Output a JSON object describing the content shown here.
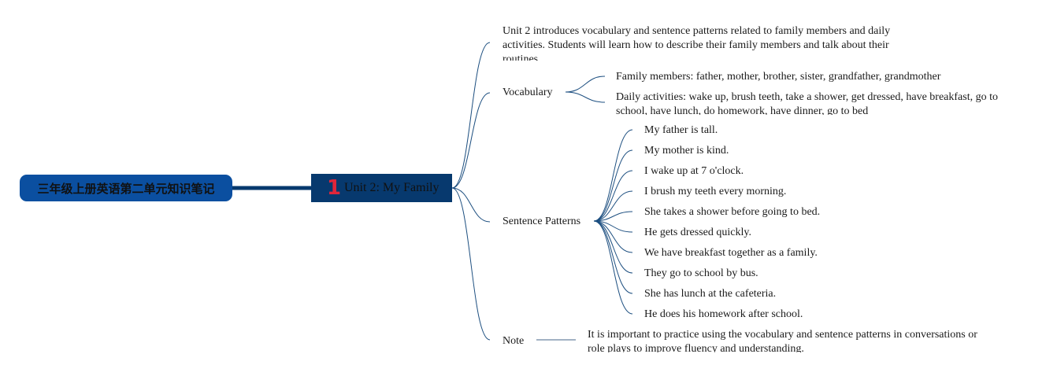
{
  "root": {
    "title": "三年级上册英语第二单元知识笔记"
  },
  "unit": {
    "number": "1",
    "title": "Unit 2: My Family"
  },
  "intro": {
    "text": "Unit 2 introduces vocabulary and sentence patterns related to family members and daily activities. Students will learn how to describe their family members and talk about their routines."
  },
  "vocabulary": {
    "label": "Vocabulary",
    "items": [
      "Family members: father, mother, brother, sister, grandfather, grandmother",
      "Daily activities: wake up, brush teeth, take a shower, get dressed, have breakfast, go to school, have lunch, do homework, have dinner, go to bed"
    ]
  },
  "sentence_patterns": {
    "label": "Sentence Patterns",
    "items": [
      "My father is tall.",
      "My mother is kind.",
      "I wake up at 7 o'clock.",
      "I brush my teeth every morning.",
      "She takes a shower before going to bed.",
      "He gets dressed quickly.",
      "We have breakfast together as a family.",
      "They go to school by bus.",
      "She has lunch at the cafeteria.",
      "He does his homework after school."
    ]
  },
  "note": {
    "label": "Note",
    "text": "It is important to practice using the vocabulary and sentence patterns in conversations or role plays to improve fluency and understanding."
  },
  "colors": {
    "root_bg": "#0b4fa0",
    "unit_bg": "#07396e",
    "number": "#e0263a",
    "link": "#1d4f80"
  }
}
